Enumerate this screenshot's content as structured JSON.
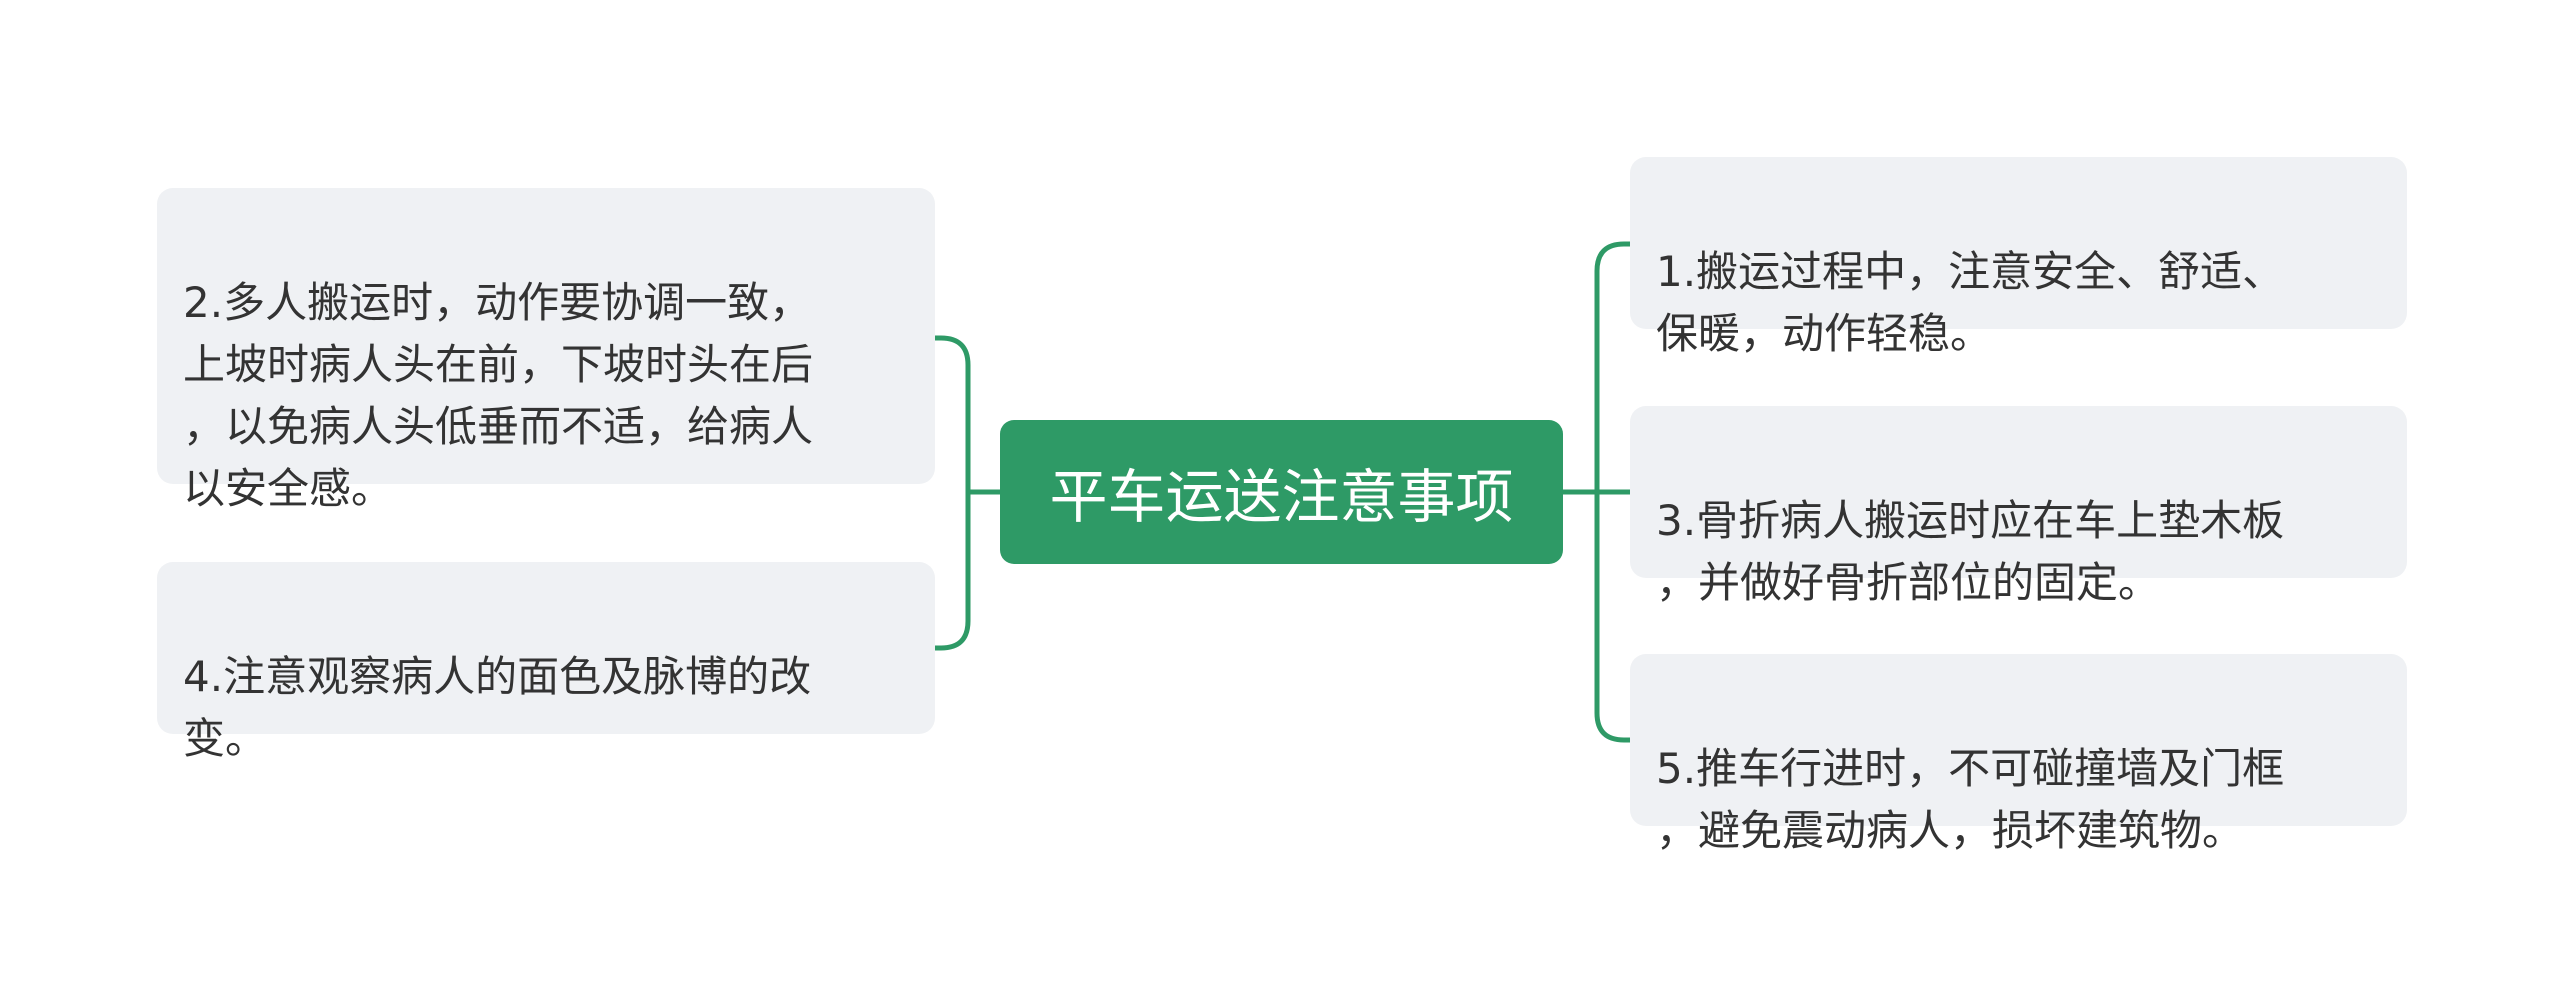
{
  "colors": {
    "accent": "#2e9a66",
    "node_bg": "#eff1f4",
    "text": "#333333",
    "center_text": "#ffffff"
  },
  "center": {
    "title": "平车运送注意事项"
  },
  "left": [
    {
      "text": "2.多人搬运时，动作要协调一致，\n上坡时病人头在前，下坡时头在后\n，以免病人头低垂而不适，给病人\n以安全感。"
    },
    {
      "text": "4.注意观察病人的面色及脉博的改\n变。"
    }
  ],
  "right": [
    {
      "text": "1.搬运过程中，注意安全、舒适、\n保暖，动作轻稳。"
    },
    {
      "text": "3.骨折病人搬运时应在车上垫木板\n，并做好骨折部位的固定。"
    },
    {
      "text": "5.推车行进时，不可碰撞墙及门框\n，避免震动病人，损坏建筑物。"
    }
  ]
}
